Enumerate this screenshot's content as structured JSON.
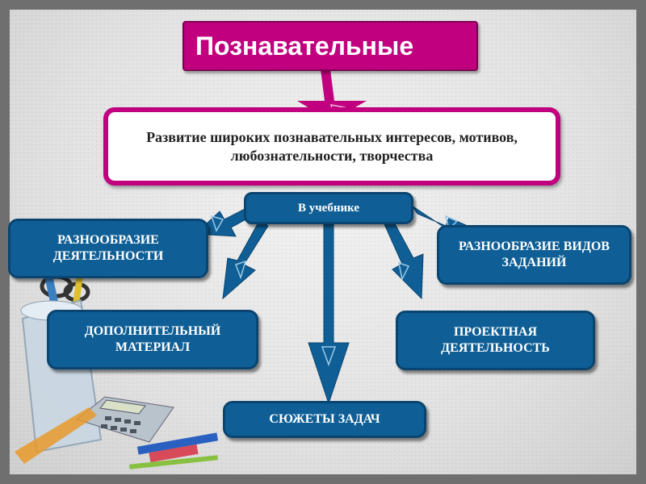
{
  "title": "Познавательные",
  "development": "Развитие широких познавательных интересов, мотивов, любознательности, творчества",
  "hub": "В учебнике",
  "boxes": {
    "variety_activity": "РАЗНООБРАЗИЕ ДЕЯТЕЛЬНОСТИ",
    "variety_tasks": "РАЗНООБРАЗИЕ ВИДОВ ЗАДАНИЙ",
    "additional_material": "ДОПОЛНИТЕЛЬНЫЙ МАТЕРИАЛ",
    "project_activity": "ПРОЕКТНАЯ ДЕЯТЕЛЬНОСТЬ",
    "task_plots": "СЮЖЕТЫ ЗАДАЧ"
  },
  "colors": {
    "magenta": "#c0007e",
    "blue": "#0f5f96",
    "frame": "#6f6f70"
  },
  "decorations": [
    "pencil-cup-illustration",
    "calculator-illustration",
    "ruler-illustration"
  ]
}
